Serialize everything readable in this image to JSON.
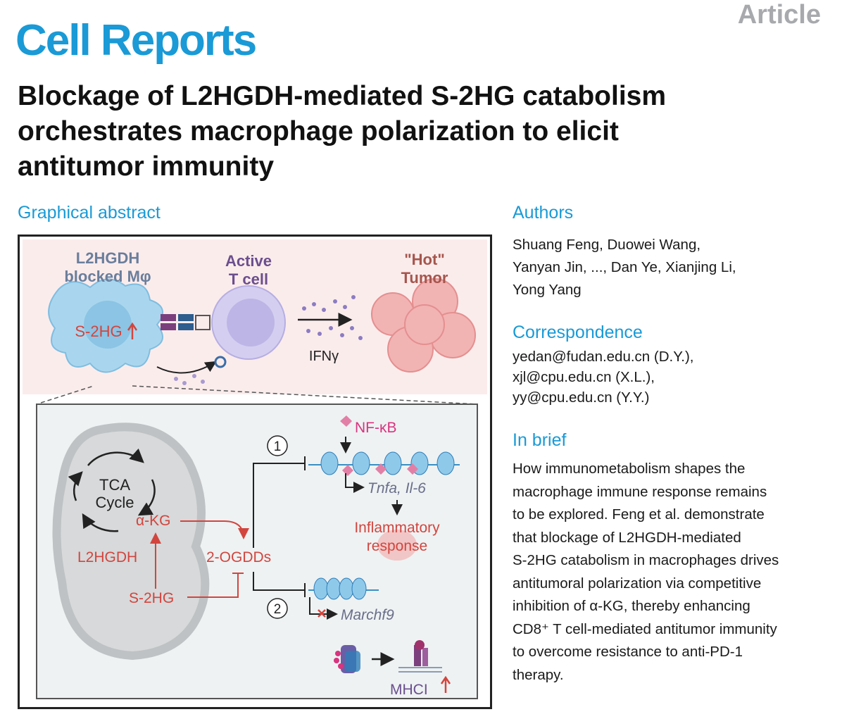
{
  "header": {
    "article_tag": "Article",
    "journal": "Cell Reports",
    "title_lines": [
      "Blockage of L2HGDH-mediated S-2HG catabolism",
      "orchestrates macrophage polarization to elicit",
      "antitumor immunity"
    ]
  },
  "graphical_abstract": {
    "heading": "Graphical abstract",
    "labels": {
      "macrophage_line1": "L2HGDH",
      "macrophage_line2": "blocked Mφ",
      "tcell_line1": "Active",
      "tcell_line2": "T cell",
      "tumor_line1": "\"Hot\"",
      "tumor_line2": "Tumor",
      "s2hg_up": "S-2HG",
      "ifng": "IFNγ",
      "tca_line1": "TCA",
      "tca_line2": "Cycle",
      "akg": "α-KG",
      "l2hgdh": "L2HGDH",
      "ogdds": "2-OGDDs",
      "s2hg": "S-2HG",
      "step1": "1",
      "step2": "2",
      "nfkb": "NF-κB",
      "genes1": "Tnfa, Il-6",
      "inflam_line1": "Inflammatory",
      "inflam_line2": "response",
      "marchf9": "Marchf9",
      "mhci": "MHCI"
    }
  },
  "authors": {
    "heading": "Authors",
    "lines": [
      "Shuang Feng, Duowei Wang,",
      "Yanyan Jin, ..., Dan Ye, Xianjing Li,",
      "Yong Yang"
    ]
  },
  "correspondence": {
    "heading": "Correspondence",
    "lines": [
      "yedan@fudan.edu.cn (D.Y.),",
      "xjl@cpu.edu.cn (X.L.),",
      "yy@cpu.edu.cn (Y.Y.)"
    ]
  },
  "in_brief": {
    "heading": "In brief",
    "lines": [
      "How immunometabolism shapes the",
      "macrophage immune response remains",
      "to be explored. Feng et al. demonstrate",
      "that blockage of L2HGDH-mediated",
      "S-2HG catabolism in macrophages drives",
      "antitumoral polarization via competitive",
      "inhibition of α-KG, thereby enhancing",
      "CD8⁺ T cell-mediated antitumor immunity",
      "to overcome resistance to anti-PD-1",
      "therapy."
    ]
  },
  "colors": {
    "brand": "#1a9ad6",
    "red": "#d2453e",
    "purple": "#6b4f8e",
    "pink": "#d8347f"
  }
}
